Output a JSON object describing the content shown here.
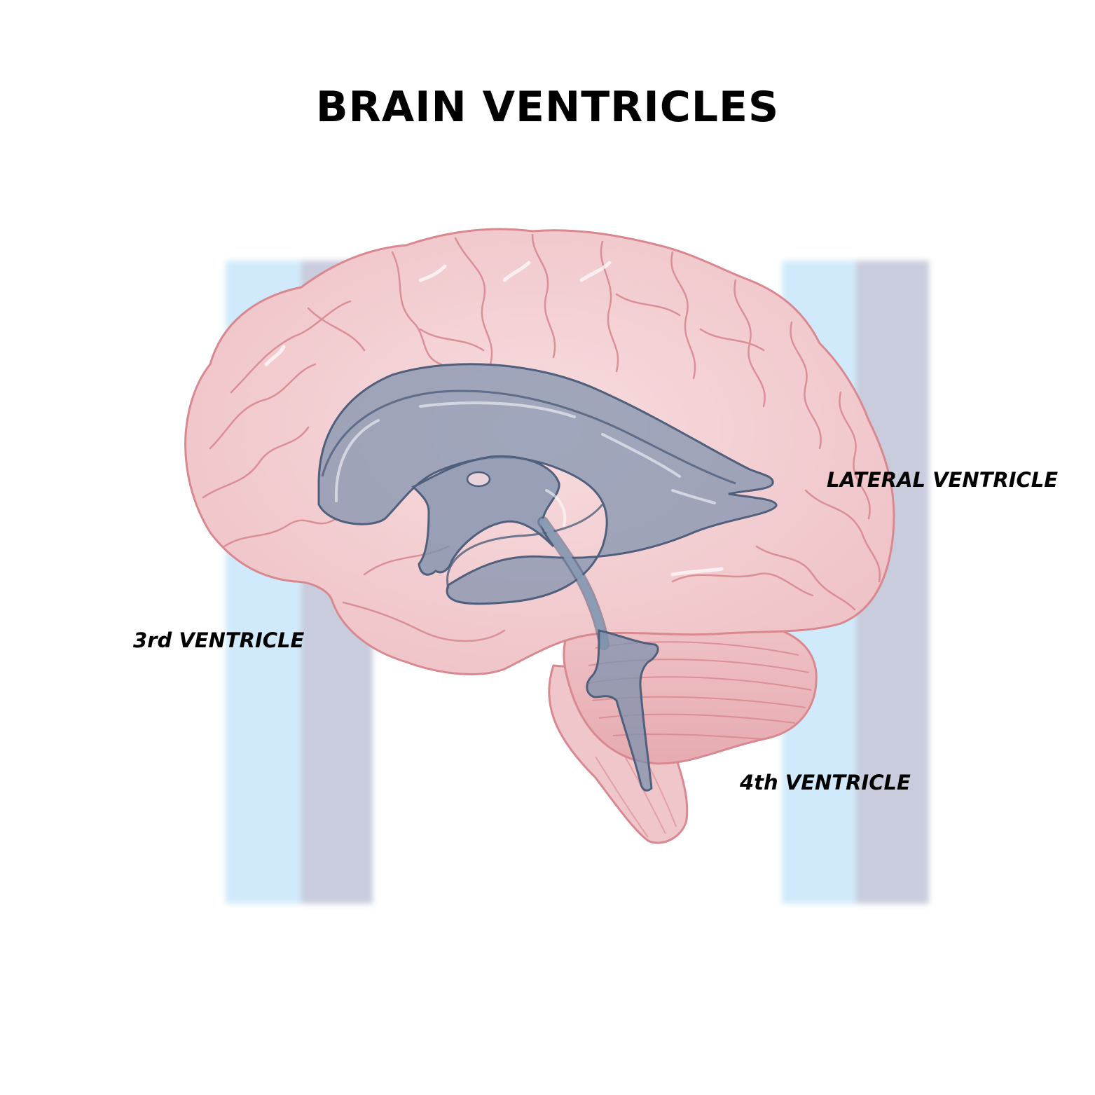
{
  "title": "BRAIN VENTRICLES",
  "labels": {
    "lateral": "LATERAL VENTRICLE",
    "third": "3rd VENTRICLE",
    "fourth": "4th VENTRICLE"
  },
  "colors": {
    "brain_fill": "#f2cfd2",
    "brain_outline": "#d98890",
    "ventricle_fill": "#7e91ad",
    "ventricle_outline": "#4f5f7c",
    "watermark_blue": "#cfe9fb",
    "watermark_gray": "#c6cadb"
  }
}
